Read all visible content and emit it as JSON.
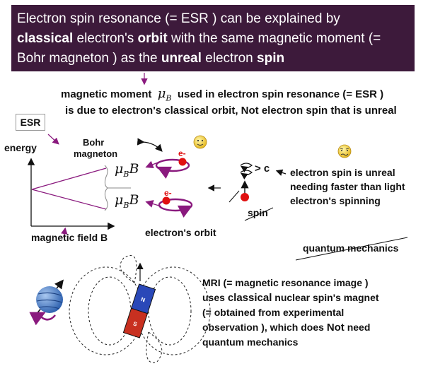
{
  "banner": {
    "line1": "Electron spin resonance (= ESR ) can be explained by",
    "line2_w1": "classical",
    "line2_w2": " electron's ",
    "line2_w3": "orbit",
    "line2_w4": " with the same magnetic moment (=",
    "line3_w1": "Bohr magneton ) as the ",
    "line3_w2": "unreal",
    "line3_w3": " electron ",
    "line3_w4": "spin"
  },
  "moment": {
    "line1_a": "magnetic moment",
    "symbol": "μ",
    "symbol_sub": "B",
    "line1_b": "used in electron spin resonance (= ESR )",
    "line2_a": "is due to electron's classical ",
    "line2_b": "orbit",
    "line2_c": ",  Not electron spin that is unreal"
  },
  "esr_box": "ESR",
  "energy_label": "energy",
  "bohr_label_1": "Bohr",
  "bohr_label_2": "magneton",
  "level_upper": {
    "symbol": "μ",
    "sub": "B",
    "var": "B"
  },
  "level_lower": {
    "symbol": "μ",
    "sub": "B",
    "var": "B"
  },
  "electron_label_1": "e-",
  "electron_label_2": "e-",
  "orbit_label": "electron's orbit",
  "field_label": "magnetic field B",
  "faster_label": "> c",
  "spin_label": "spin",
  "unreal_text": [
    "electron spin is unreal",
    "needing faster than light",
    "electron's spinning"
  ],
  "qm_label": "quantum mechanics",
  "mri_text": {
    "l1": "MRI (= magnetic resonance image )",
    "l2a": "uses ",
    "l2b": "classical",
    "l2c": " nuclear spin's magnet",
    "l3": "(= obtained from experimental",
    "l4a": "observation ), which does ",
    "l4b": "Not",
    "l4c": " need",
    "l5": "quantum mechanics"
  },
  "magnet_poles": {
    "north": "N",
    "south": "S"
  },
  "colors": {
    "banner_bg": "#3d1a3b",
    "purple": "#8a1a7e",
    "electron_red": "#e01010",
    "magnet_blue": "#2a48b8",
    "magnet_red": "#c83020"
  }
}
